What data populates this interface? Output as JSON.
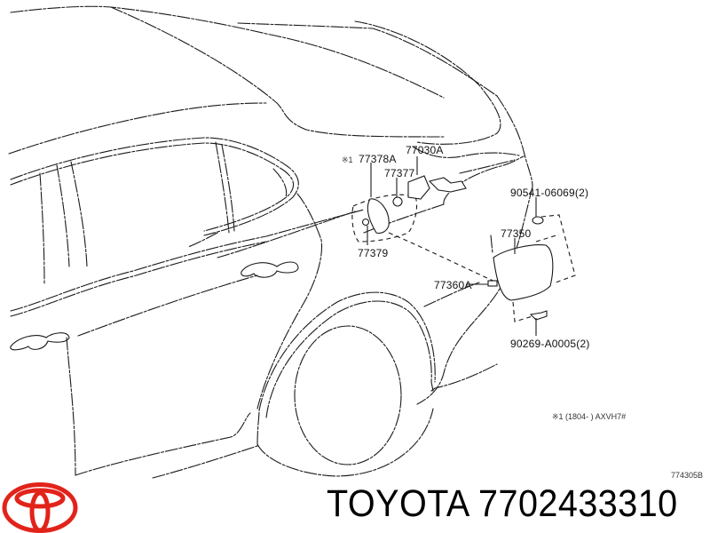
{
  "diagram": {
    "subject": "Toyota rear quarter / fuel filler lid parts diagram",
    "callouts": [
      {
        "id": "77030A",
        "label": "77030A"
      },
      {
        "id": "77378A",
        "label": "77378A",
        "note_mark": "※1"
      },
      {
        "id": "77377",
        "label": "77377"
      },
      {
        "id": "77379",
        "label": "77379"
      },
      {
        "id": "90541-06069",
        "label": "90541-06069(2)"
      },
      {
        "id": "77350",
        "label": "77350"
      },
      {
        "id": "77360A",
        "label": "77360A"
      },
      {
        "id": "90269-A0005",
        "label": "90269-A0005(2)"
      }
    ],
    "footnote": "※1 (1804-      ) AXVH7#",
    "diagram_code": "774305B"
  },
  "footer": {
    "brand_text": "TOYOTA 7702433310",
    "logo": "toyota-logo",
    "logo_color": "#e2231a"
  }
}
